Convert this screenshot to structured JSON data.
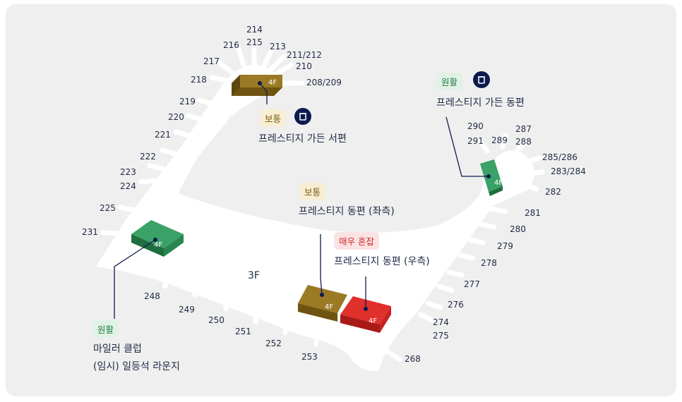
{
  "floor_label": "3F",
  "lounge_floor": "4F",
  "gates": {
    "g214": "214",
    "g215": "215",
    "g216": "216",
    "g213": "213",
    "g211_212": "211/212",
    "g210": "210",
    "g217": "217",
    "g218": "218",
    "g208_209": "208/209",
    "g219": "219",
    "g220": "220",
    "g221": "221",
    "g222": "222",
    "g223": "223",
    "g224": "224",
    "g225": "225",
    "g231": "231",
    "g248": "248",
    "g249": "249",
    "g250": "250",
    "g251": "251",
    "g252": "252",
    "g253": "253",
    "g268": "268",
    "g275": "275",
    "g274": "274",
    "g276": "276",
    "g277": "277",
    "g278": "278",
    "g279": "279",
    "g280": "280",
    "g281": "281",
    "g282": "282",
    "g283_284": "283/284",
    "g285_286": "285/286",
    "g287": "287",
    "g288": "288",
    "g289": "289",
    "g290": "290",
    "g291": "291"
  },
  "lounges": {
    "west": {
      "name": "프레스티지 가든 서편",
      "status": "보통",
      "status_level": "normal",
      "color": "#8a6a1a",
      "icon": "cup-icon"
    },
    "east": {
      "name": "프레스티지 가든 동편",
      "status": "원활",
      "status_level": "smooth",
      "color": "#2e8b57",
      "icon": "cup-icon"
    },
    "east_left": {
      "name": "프레스티지 동편 (좌측)",
      "status": "보통",
      "status_level": "normal",
      "color": "#8a6a1a"
    },
    "east_right": {
      "name": "프레스티지 동편 (우측)",
      "status": "매우 혼잡",
      "status_level": "busy",
      "color": "#d32222"
    },
    "milers": {
      "name_line1": "마일러 클럽",
      "name_line2": "(임시) 일등석 라운지",
      "status": "원활",
      "status_level": "smooth",
      "color": "#2e8b57"
    }
  },
  "colors": {
    "smooth": "#2e8b57",
    "normal": "#8a6a1a",
    "busy": "#d32222",
    "text": "#1f2a44"
  }
}
